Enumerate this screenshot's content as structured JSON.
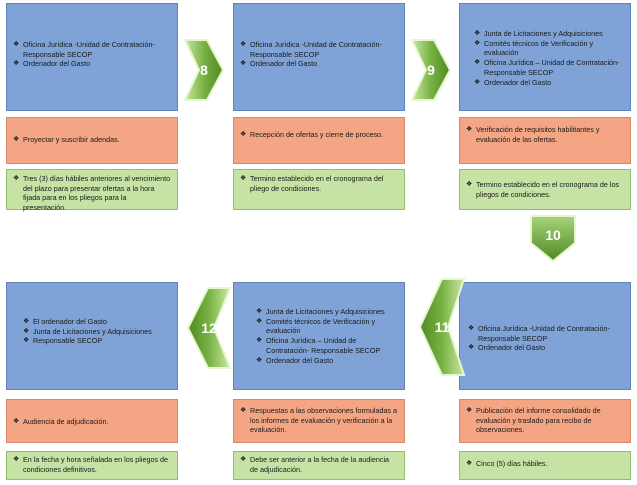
{
  "bullet_glyph": "❖",
  "colors": {
    "blue": "#7fa3d6",
    "orange": "#f4a583",
    "green": "#c6e2a4",
    "arrow": "#6ea63a",
    "arrow_glow": "#d8f0b6"
  },
  "step8": {
    "number": "8",
    "roles": [
      "Oficina Jurídica -Unidad de Contratación- Responsable SECOP",
      "Ordenador del Gasto"
    ],
    "action": "Proyectar y suscribir adendas.",
    "term": "Tres (3) días hábiles anteriores al vencimiento del plazo para presentar ofertas a la hora fijada para en los pliegos para la presentación."
  },
  "step9": {
    "number": "9",
    "roles": [
      "Oficina Jurídica -Unidad de Contratación- Responsable SECOP",
      "Ordenador del Gasto"
    ],
    "action": "Recepción de ofertas y cierre de proceso.",
    "term": "Termino establecido en el cronograma del pliego de condiciones."
  },
  "step10": {
    "number": "10",
    "roles": [
      "Junta de Licitaciones y Adquisiciones",
      "Comités técnicos de Verificación y evaluación",
      "Oficina Jurídica – Unidad de Contratación- Responsable SECOP",
      "Ordenador del Gasto"
    ],
    "action": "Verificación de requisitos habilitantes y evaluación de las ofertas.",
    "term": "Termino establecido en el cronograma de los pliegos de condiciones."
  },
  "step11": {
    "number": "11",
    "roles": [
      "Oficina Jurídica -Unidad de Contratación- Responsable SECOP",
      "Ordenador del Gasto"
    ],
    "action": "Publicación del informe consolidado de evaluación y traslado para recibo de observaciones.",
    "term": "Cinco (5) días hábiles."
  },
  "step12": {
    "number": "12",
    "roles": [
      "Junta de Licitaciones y Adquisiciones",
      "Comités técnicos de Verificación y evaluación",
      "Oficina Jurídica – Unidad de Contratación- Responsable SECOP",
      "Ordenador del Gasto"
    ],
    "action": "Respuestas a las observaciones formuladas a los informes de evaluación y verificación a la evaluación.",
    "term": "Debe ser anterior a la fecha de la audiencia de adjudicación."
  },
  "step13": {
    "roles": [
      "El ordenador del Gasto",
      "Junta de Licitaciones y Adquisiciones",
      "Responsable SECOP"
    ],
    "action": "Audiencia de adjudicación.",
    "term": "En la fecha y hora señalada en los pliegos de condiciones definitivos."
  }
}
